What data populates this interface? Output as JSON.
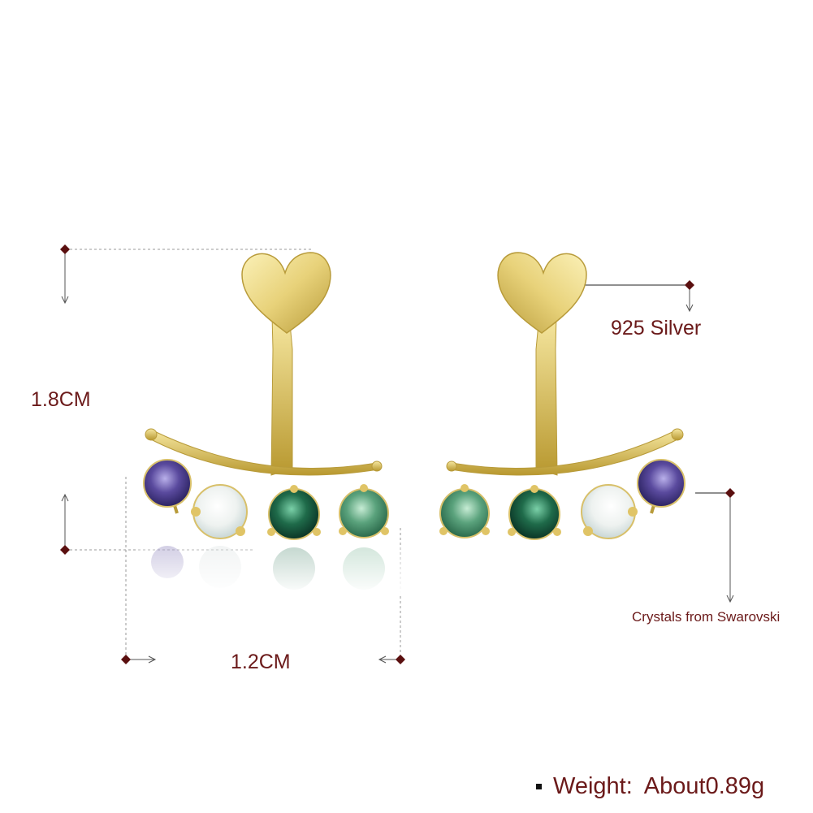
{
  "dimensions": {
    "height_label": "1.8CM",
    "width_label": "1.2CM"
  },
  "callouts": {
    "material": "925 Silver",
    "crystals": "Crystals from Swarovski"
  },
  "spec": {
    "weight_label": "Weight:",
    "weight_value": "About0.89g"
  },
  "colors": {
    "gold": "#e8d27a",
    "gold_dark": "#b89b3a",
    "text": "#6b1a1a",
    "marker": "#5a0f0f",
    "purple_crystal": "#5a4a9e",
    "opal_crystal": "#eef2f0",
    "emerald_crystal": "#1f6b4a",
    "mint_crystal": "#5aa27c"
  }
}
